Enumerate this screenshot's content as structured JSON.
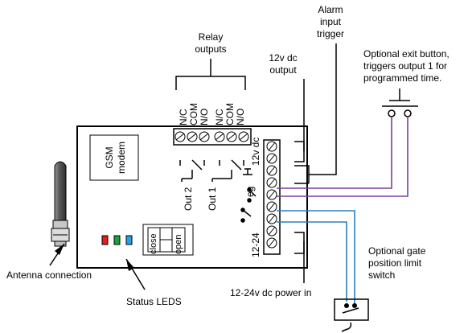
{
  "labels": {
    "relay_outputs_1": "Relay",
    "relay_outputs_2": "outputs",
    "alarm_1": "Alarm",
    "alarm_2": "input",
    "alarm_3": "trigger",
    "dc12_1": "12v dc",
    "dc12_2": "output",
    "exit_1": "Optional exit button,",
    "exit_2": "triggers output 1 for",
    "exit_3": "programmed time.",
    "gsm_1": "GSM",
    "gsm_2": "modem",
    "out2": "Out 2",
    "out1": "Out 1",
    "relay_terms": [
      "N/C",
      "COM",
      "N/O",
      "N/C",
      "COM",
      "N/O"
    ],
    "term_12v": "12v dc",
    "term_eg": "eg",
    "term_1224": "12-24",
    "close": "close",
    "open": "open",
    "antenna": "Antenna connection",
    "status": "Status LEDS",
    "power": "12-24v dc power in",
    "gate_1": "Optional gate",
    "gate_2": "position limit",
    "gate_3": "switch"
  },
  "colors": {
    "exit_wire": "#7b3f9e",
    "gate_wire": "#2b7fc0",
    "led_red": "#e02020",
    "led_green": "#1fa03a",
    "led_blue": "#2aa0e0",
    "antenna_gray": "#6b6b6b"
  }
}
